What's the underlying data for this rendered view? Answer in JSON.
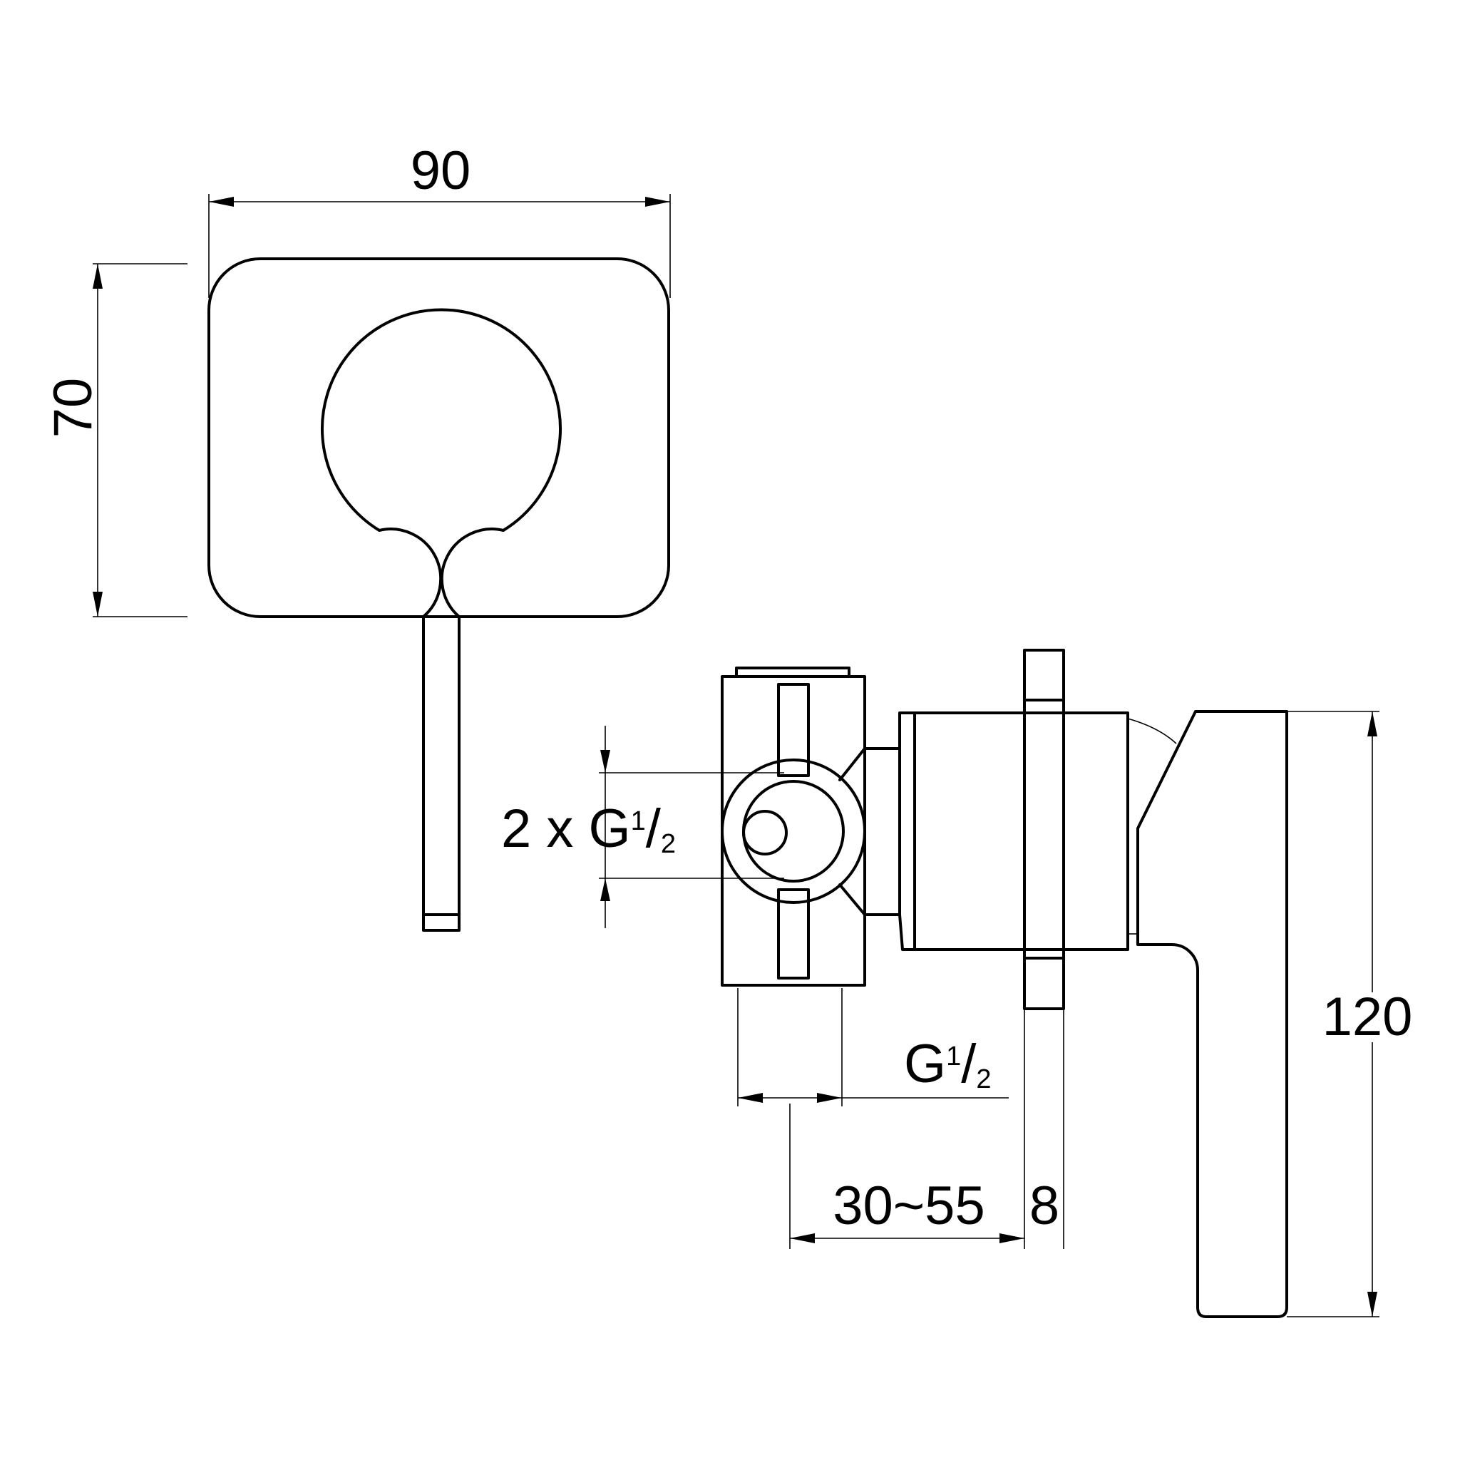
{
  "front_view": {
    "width_label": "90",
    "height_label": "70"
  },
  "side_view": {
    "inlets": {
      "count": "2 x G",
      "num": "1",
      "slash": "/",
      "den": "2"
    },
    "outlet": {
      "main": "G",
      "num": "1",
      "slash": "/",
      "den": "2"
    },
    "depth_label": "30~55",
    "plate_label": "8",
    "lever_height_label": "120"
  }
}
